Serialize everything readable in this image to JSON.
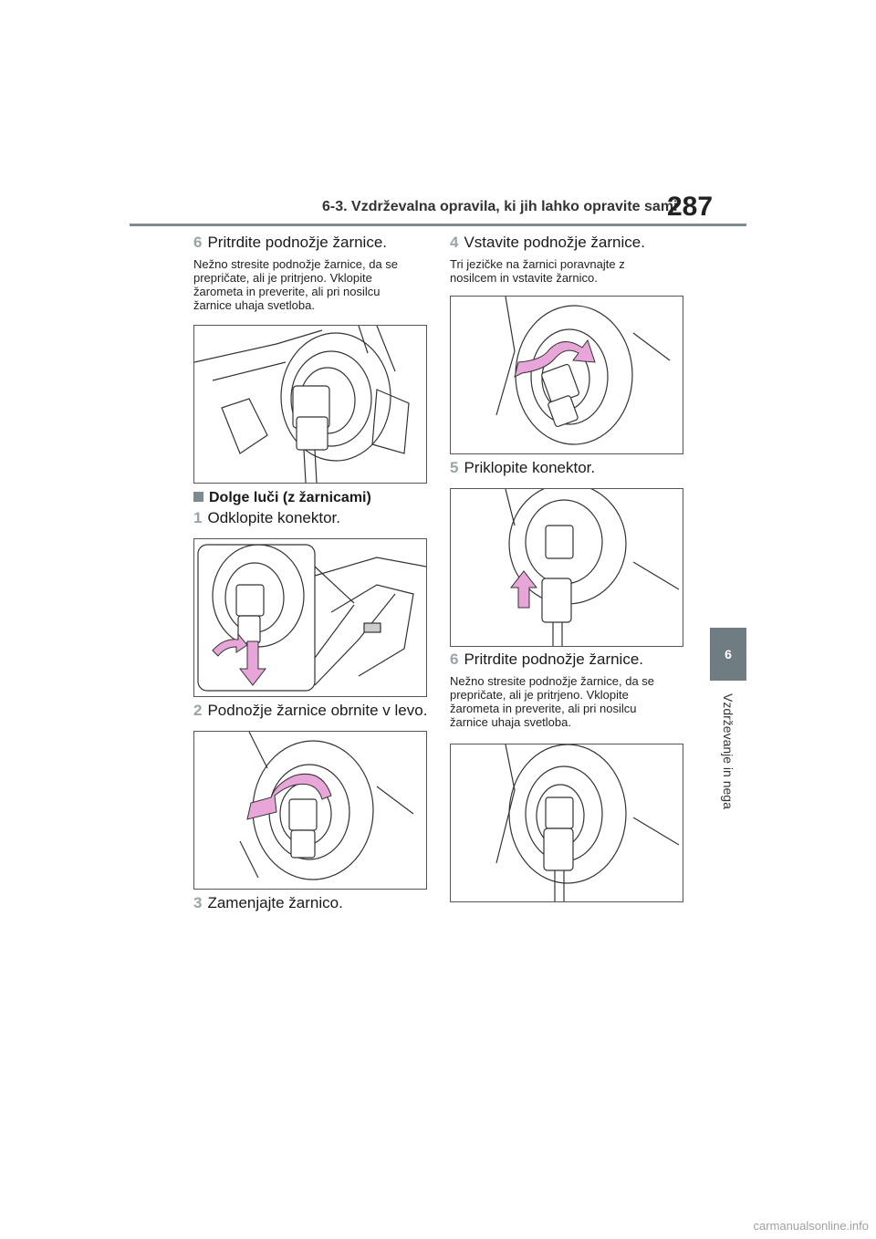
{
  "header": {
    "title": "6-3. Vzdrževalna opravila, ki jih lahko opravite sami",
    "page_number": "287"
  },
  "side_tab": {
    "number": "6",
    "label": "Vzdrževanje in nega"
  },
  "left": {
    "step_6_num": "6",
    "step_6_text": "Pritrdite podnožje žarnice.",
    "note_6": [
      "Nežno stresite podnožje žarnice, da se",
      "prepričate, ali je pritrjeno. Vklopite",
      "žarometa in preverite, ali pri nosilcu",
      "žarnice uhaja svetloba."
    ],
    "section_title": "Dolge luči (z žarnicami)",
    "step_1_num": "1",
    "step_1_text": "Odklopite konektor.",
    "step_2_num": "2",
    "step_2_text": "Podnožje žarnice obrnite v levo.",
    "step_3_num": "3",
    "step_3_text": "Zamenjajte žarnico."
  },
  "right": {
    "step_4_num": "4",
    "step_4_text": "Vstavite podnožje žarnice.",
    "note_4": [
      "Tri jezičke na žarnici poravnajte z",
      "nosilcem in vstavite žarnico."
    ],
    "step_5_num": "5",
    "step_5_text": "Priklopite konektor.",
    "step_6_num": "6",
    "step_6_text": "Pritrdite podnožje žarnice.",
    "note_6": [
      "Nežno stresite podnožje žarnice, da se",
      "prepričate, ali je pritrjeno. Vklopite",
      "žarometa in preverite, ali pri nosilcu",
      "žarnice uhaja svetloba."
    ]
  },
  "colors": {
    "accent_gray": "#7d8a90",
    "arrow_pink": "#e8a6d8"
  },
  "footer": "carmanualsonline.info"
}
